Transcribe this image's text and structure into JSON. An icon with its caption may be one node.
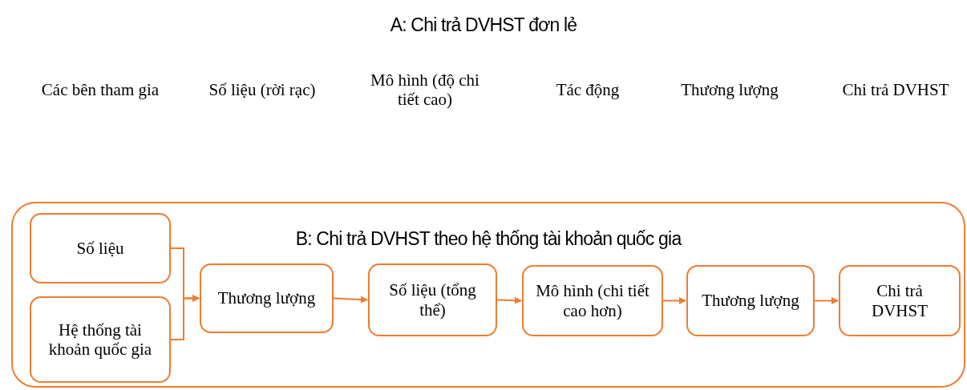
{
  "diagram": {
    "title": "A: Chi trả DVHST đơn lẻ",
    "nodes": [
      {
        "text": [
          "B: Chi trả DVHST theo hệ thống tài khoản quốc gia"
        ]
      },
      {
        "text": [
          "Số liệu"
        ],
        "in": 0
      },
      {
        "text": [
          "Hệ thống tài khoản quốc gia"
        ],
        "in": 0
      },
      {
        "text": [
          "Thương lượng"
        ],
        "in": 0
      },
      {
        "text": [
          "Số liệu (tổng thể)"
        ],
        "in": 0
      },
      {
        "text": [
          "Mô hình (chi tiết cao hơn)"
        ],
        "in": 0
      },
      {
        "text": [
          "Thương lượng"
        ],
        "in": 0
      },
      {
        "text": [
          "Chi trả DVHST"
        ],
        "in": 0
      }
    ],
    "edges": [
      {
        "from": 1,
        "to": 3,
        "arrow": "to"
      },
      {
        "from": 2,
        "to": 3,
        "arrow": "to"
      },
      {
        "from": 3,
        "to": 4,
        "arrow": "to"
      },
      {
        "from": 4,
        "to": 5,
        "arrow": "to"
      },
      {
        "from": 5,
        "to": 6,
        "arrow": "to"
      },
      {
        "from": 6,
        "to": 7,
        "arrow": "to"
      }
    ],
    "labels": [
      "Các bên tham gia",
      "Số liệu (rời rạc)",
      "Mô hình (độ chi tiết cao)",
      "Tác động",
      "Thương lượng",
      "Chi trả DVHST"
    ]
  }
}
